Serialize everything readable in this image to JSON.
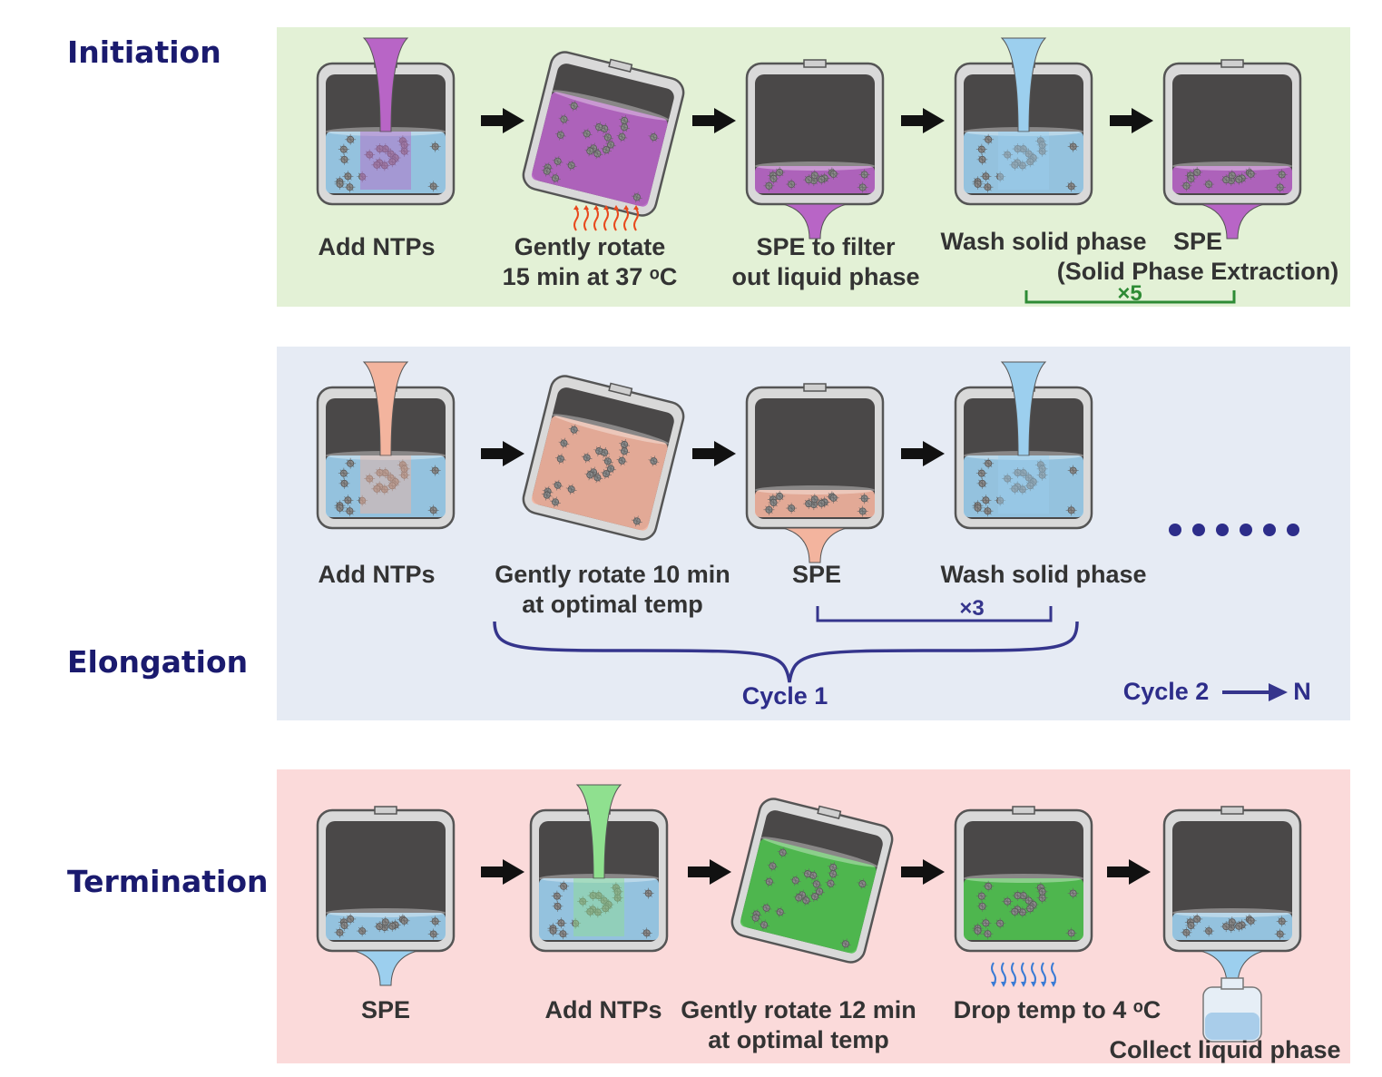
{
  "sections": {
    "initiation": {
      "title": "Initiation",
      "steps": [
        [
          "Add NTPs"
        ],
        [
          "Gently rotate",
          "15 min at 37 ᵒC"
        ],
        [
          "SPE to filter",
          "out liquid phase"
        ],
        [
          "Wash solid phase"
        ],
        [
          "SPE",
          "(Solid Phase Extraction)"
        ]
      ],
      "repeat": "×5"
    },
    "elongation": {
      "title": "Elongation",
      "steps": [
        [
          "Add NTPs"
        ],
        [
          "Gently rotate 10 min",
          "at optimal temp"
        ],
        [
          "SPE"
        ],
        [
          "Wash solid phase"
        ]
      ],
      "repeat": "×3",
      "cycle1": "Cycle 1",
      "cycle2_prefix": "Cycle 2",
      "cycle2_suffix": "N"
    },
    "termination": {
      "title": "Termination",
      "steps": [
        [
          "SPE"
        ],
        [
          "Add NTPs"
        ],
        [
          "Gently rotate 12 min",
          "at optimal temp"
        ],
        [
          "Drop temp to 4 ᵒC"
        ],
        [
          "Collect liquid phase"
        ]
      ]
    }
  },
  "colors": {
    "initiation_bg": "#e3f1d6",
    "elongation_bg": "#e6ebf4",
    "termination_bg": "#fbdada",
    "title_text": "#1a1a6e",
    "purple_liquid": "#b865c6",
    "peach_liquid": "#f3b49e",
    "green_liquid": "#4fc24f",
    "blue_liquid": "#9ccfee",
    "bracket_green": "#2e8b35",
    "bracket_navy": "#35358c"
  }
}
